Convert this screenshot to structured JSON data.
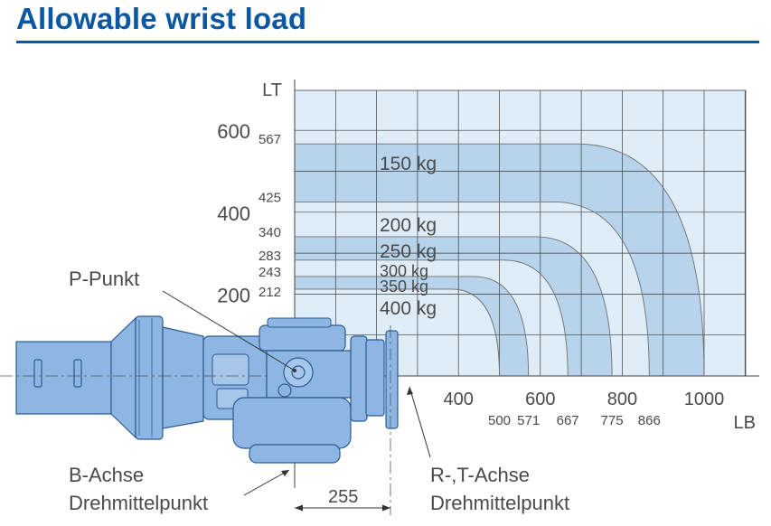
{
  "title": "Allowable wrist load",
  "colors": {
    "title": "#0b57a3",
    "grid_bg": "#deedf8",
    "grid_line": "#3d3d3d",
    "band": "#b8d3ec",
    "robot_fill": "#8db6e3",
    "robot_stroke": "#2c5a96",
    "text": "#4a4a4a"
  },
  "chart_data": {
    "type": "area",
    "xlabel": "LB",
    "ylabel": "LT",
    "x_ticks": [
      400,
      600,
      800,
      1000
    ],
    "y_ticks": [
      200,
      400,
      600
    ],
    "xlim": [
      0,
      1100
    ],
    "ylim": [
      0,
      700
    ],
    "grid": true,
    "series": [
      {
        "name": "150 kg",
        "lt": 567,
        "lb": 1000
      },
      {
        "name": "200 kg",
        "lt": 425,
        "lb": 866
      },
      {
        "name": "250 kg",
        "lt": 340,
        "lb": 775
      },
      {
        "name": "300 kg",
        "lt": 283,
        "lb": 667
      },
      {
        "name": "350 kg",
        "lt": 243,
        "lb": 571
      },
      {
        "name": "400 kg",
        "lt": 212,
        "lb": 500
      }
    ],
    "lt_value_labels": [
      "567",
      "425",
      "340",
      "283",
      "243",
      "212"
    ],
    "lb_value_labels": [
      "500",
      "571",
      "667",
      "775",
      "866"
    ]
  },
  "annotations": {
    "p_point": "P-Punkt",
    "b_axis_line1": "B-Achse",
    "b_axis_line2": "Drehmittelpunkt",
    "rt_axis_line1": "R-,T-Achse",
    "rt_axis_line2": "Drehmittelpunkt",
    "offset": "255"
  }
}
